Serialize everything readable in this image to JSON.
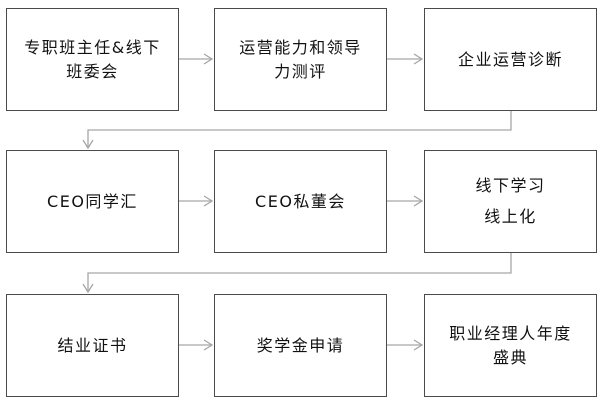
{
  "diagram": {
    "nodes": [
      {
        "id": "n1",
        "label": "专职班主任&线下\n班委会"
      },
      {
        "id": "n2",
        "label": "运营能力和领导\n力测评"
      },
      {
        "id": "n3",
        "label": "企业运营诊断"
      },
      {
        "id": "n4",
        "label": "CEO同学汇"
      },
      {
        "id": "n5",
        "label": "CEO私董会"
      },
      {
        "id": "n6",
        "label": "线下学习\n线上化"
      },
      {
        "id": "n7",
        "label": "结业证书"
      },
      {
        "id": "n8",
        "label": "奖学金申请"
      },
      {
        "id": "n9",
        "label": "职业经理人年度\n盛典"
      }
    ],
    "edges": [
      {
        "from": "n1",
        "to": "n2"
      },
      {
        "from": "n2",
        "to": "n3"
      },
      {
        "from": "n3",
        "to": "n4"
      },
      {
        "from": "n4",
        "to": "n5"
      },
      {
        "from": "n5",
        "to": "n6"
      },
      {
        "from": "n6",
        "to": "n7"
      },
      {
        "from": "n7",
        "to": "n8"
      },
      {
        "from": "n8",
        "to": "n9"
      }
    ],
    "colors": {
      "box_border": "#4a4a4a",
      "connector": "#a6a6a6",
      "text": "#111111"
    }
  }
}
